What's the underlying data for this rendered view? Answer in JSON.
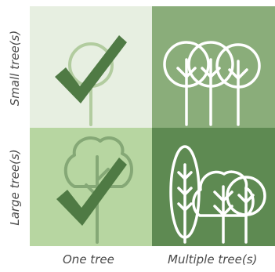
{
  "row_labels": {
    "top": "Small tree(s)",
    "bottom": "Large tree(s)"
  },
  "column_labels": {
    "left": "One tree",
    "right": "Multiple tree(s)"
  },
  "colors": {
    "cell_top_left": "#e7efe1",
    "cell_top_right": "#8aad7a",
    "cell_bottom_left": "#b7d6a1",
    "cell_bottom_right": "#5e8a52",
    "checkmark": "#4f7a44",
    "tree_light": "#b2cc9f",
    "tree_mid": "#85a876",
    "tree_white": "#ffffff"
  },
  "icons": [
    "checkmark-icon",
    "tree-icon"
  ]
}
